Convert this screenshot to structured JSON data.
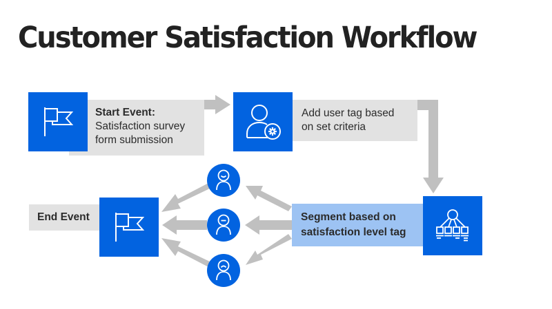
{
  "title": "Customer Satisfaction Workflow",
  "colors": {
    "primary_blue": "#0263e0",
    "light_blue": "#9dc3f3",
    "grey_box": "#e2e2e2",
    "arrow_grey": "#c0c0c0",
    "text": "#2b2b2b"
  },
  "nodes": {
    "start": {
      "icon": "flag-icon",
      "heading": "Start Event:",
      "line1": "Satisfaction survey",
      "line2": "form submission"
    },
    "tag": {
      "icon": "user-gear-icon",
      "line1": "Add user tag based",
      "line2": "on set criteria"
    },
    "segment": {
      "icon": "hierarchy-icon",
      "line1": "Segment based on",
      "line2": "satisfaction level tag"
    },
    "end": {
      "icon": "flag-icon",
      "label": "End Event"
    },
    "segments": [
      {
        "icon": "user-happy-icon",
        "level": "satisfied"
      },
      {
        "icon": "user-neutral-icon",
        "level": "neutral"
      },
      {
        "icon": "user-unhappy-icon",
        "level": "dissatisfied"
      }
    ]
  }
}
